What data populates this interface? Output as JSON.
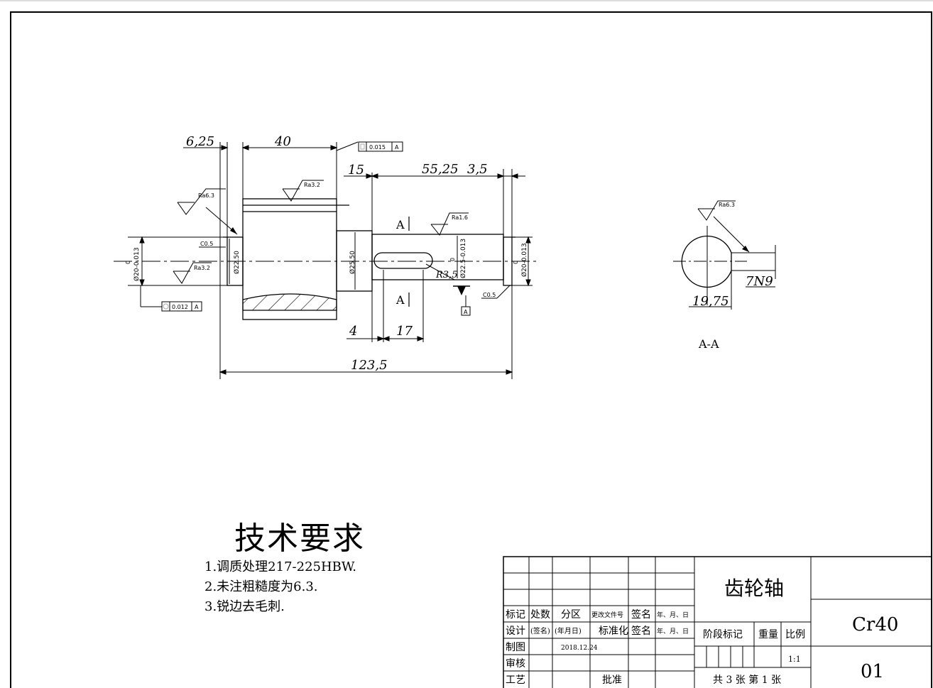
{
  "drawing": {
    "dims": {
      "d_6_25": "6,25",
      "d_40": "40",
      "d_15": "15",
      "d_55_25": "55,25",
      "d_3_5": "3,5",
      "d_4": "4",
      "d_17": "17",
      "d_123_5": "123,5",
      "d_r3_5": "R3,5",
      "d_19_75": "19,75",
      "d_7n9": "7N9"
    },
    "diameters": {
      "left_tol_upper": "0",
      "left_dia": "Ø20-0.013",
      "gear_dia": "Ø22.50",
      "collar_dia": "Ø25.50",
      "mid_tol_upper": "0",
      "mid_dia": "Ø22.5-0.013",
      "right_tol_upper": "0",
      "right_dia": "Ø20-0.013"
    },
    "roughness": {
      "ra63_left": "Ra6.3",
      "ra32_top": "Ra3.2",
      "ra32_left": "Ra3.2",
      "ra16": "Ra1.6",
      "ra63_section": "Ra6.3"
    },
    "chamfers": {
      "c05_left": "C0.5",
      "c05_right": "C0.5"
    },
    "tolerances": {
      "runout_value": "0.015",
      "runout_datum": "A",
      "coax_value": "0.012",
      "coax_datum": "A",
      "datum_label": "A"
    },
    "section_marks": {
      "mark_top": "A",
      "mark_bottom": "A",
      "section_title": "A-A"
    }
  },
  "tech_requirements": {
    "title": "技术要求",
    "items": [
      "1.调质处理217-225HBW.",
      "2.未注粗糙度为6.3.",
      "3.锐边去毛刺."
    ]
  },
  "title_block": {
    "part_name": "齿轮轴",
    "material": "Cr40",
    "drawing_no": "01",
    "headers": [
      "标记",
      "处数",
      "分区",
      "更改文件号",
      "签名",
      "年、月、日"
    ],
    "sign_row": [
      "设计",
      "(签名)",
      "(年月日)",
      "标准化",
      "签名",
      "年、月、日"
    ],
    "draw_label": "制图",
    "draw_date": "2018.12.24",
    "review_label": "审核",
    "process_label": "工艺",
    "approve_label": "批准",
    "stage_label": "阶段标记",
    "weight_label": "重量",
    "scale_label": "比例",
    "scale_value": "1:1",
    "sheets_text": "共 3 张  第 1 张"
  }
}
